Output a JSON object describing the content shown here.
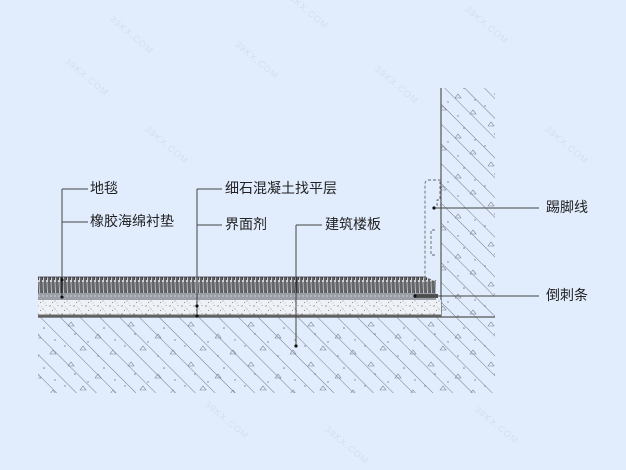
{
  "diagram": {
    "title": "",
    "background": "#e1ecfd",
    "type": "floor section detail - carpet on concrete slab with skirting",
    "labels": {
      "carpet": "地毯",
      "underlay": "橡胶海绵衬垫",
      "screed": "细石混凝土找平层",
      "interface_agent": "界面剂",
      "floor_slab": "建筑楼板",
      "skirting": "踢脚线",
      "gripper_strip": "倒刺条"
    },
    "layers": [
      {
        "name": "carpet",
        "label": "地毯"
      },
      {
        "name": "rubber-foam-underlay",
        "label": "橡胶海绵衬垫"
      },
      {
        "name": "fine-aggregate-concrete-screed",
        "label": "细石混凝土找平层"
      },
      {
        "name": "interface-agent",
        "label": "界面剂"
      },
      {
        "name": "structural-floor-slab",
        "label": "建筑楼板"
      }
    ],
    "wall_items": [
      {
        "name": "skirting",
        "label": "踢脚线"
      },
      {
        "name": "gripper-strip",
        "label": "倒刺条"
      }
    ],
    "watermark": "39KX.COM",
    "colors": {
      "line": "#444444",
      "hatch": "#6a6f78",
      "carpet": "#2a2a2a",
      "underlay": "#9a9ea6",
      "screed": "#eef1f6"
    }
  }
}
